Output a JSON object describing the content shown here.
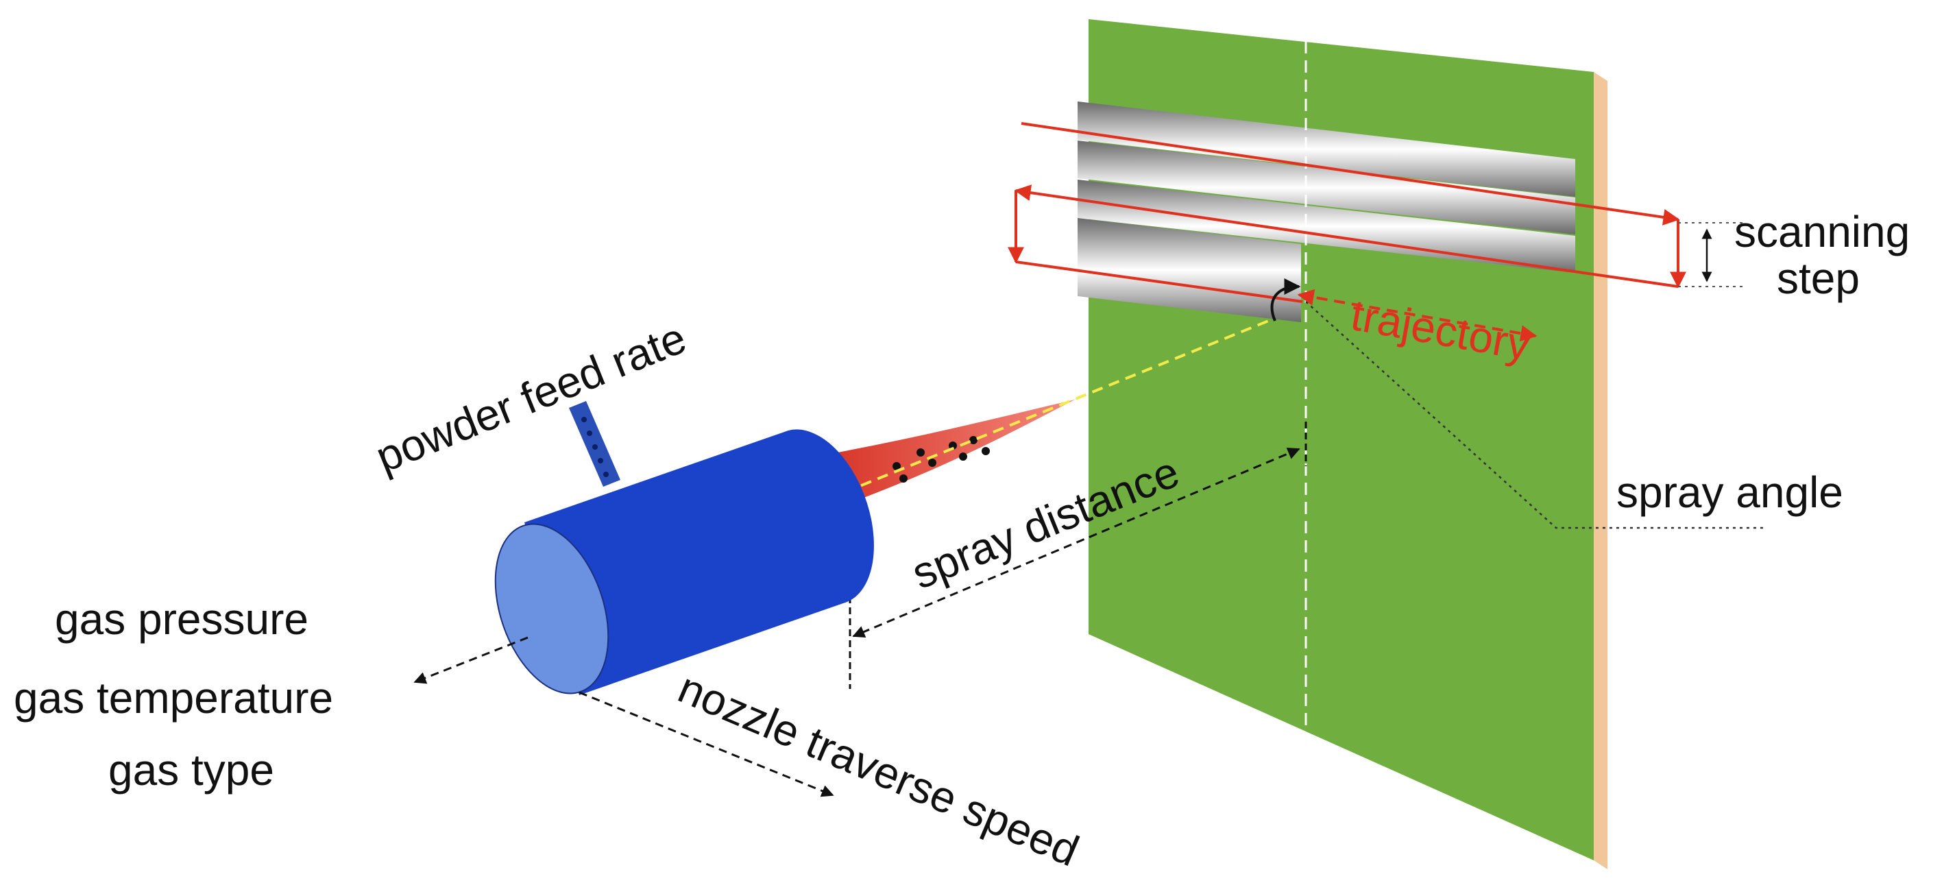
{
  "labels": {
    "powder_feed_rate": "powder feed rate",
    "gas_pressure": "gas pressure",
    "gas_temperature": "gas temperature",
    "gas_type": "gas type",
    "nozzle_traverse_speed": "nozzle traverse speed",
    "spray_distance": "spray distance",
    "trajectory": "trajectory",
    "scanning": "scanning",
    "step": "step",
    "spray_angle": "spray angle"
  },
  "colors": {
    "substrate": "#6fae3f",
    "substrate_edge": "#f1c79a",
    "nozzle": "#1b43c9",
    "nozzle_face": "#6b92e0",
    "feeder": "#2a4fb6",
    "jet": "#e4483a",
    "trajectory": "#e0301e",
    "axis": "#f4ea4a"
  },
  "icons": {
    "nozzle": "cylinder-nozzle-icon",
    "substrate": "substrate-plate-icon",
    "jet": "spray-jet-icon",
    "angle": "curved-arrow-icon"
  }
}
